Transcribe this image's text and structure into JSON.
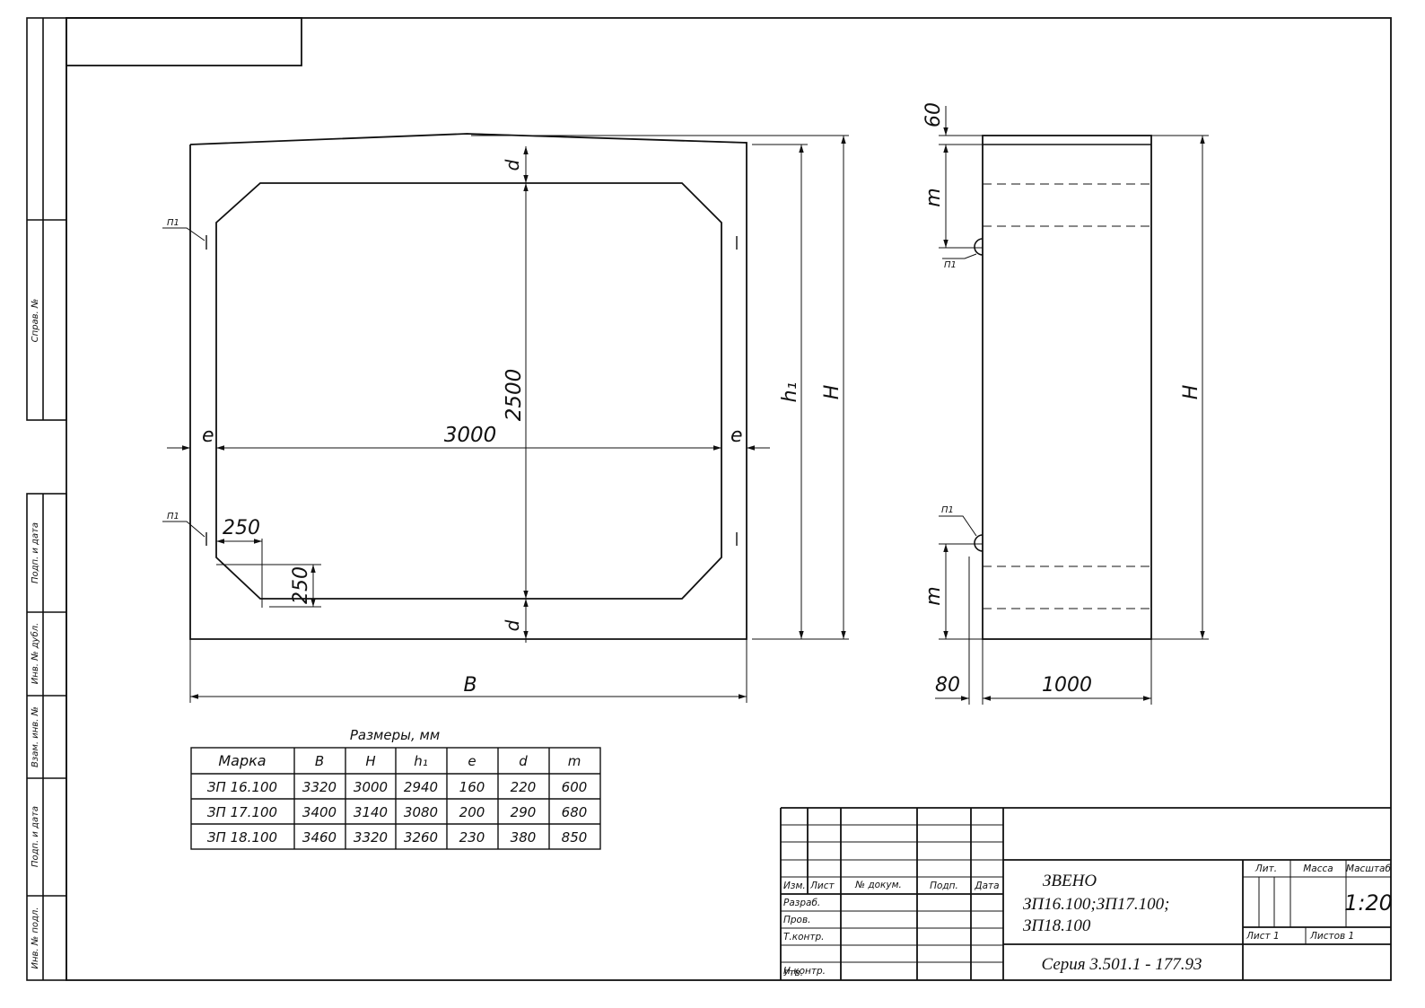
{
  "side_labels": {
    "sprav_no": "Справ. №",
    "podp_data_1": "Подп. и дата",
    "inv_dubl": "Инв. № дубл.",
    "vzam_inv": "Взам. инв. №",
    "podp_data_2": "Подп. и дата",
    "inv_podl": "Инв. № подл."
  },
  "front_view": {
    "dim_3000": "3000",
    "dim_2500": "2500",
    "dim_250_h": "250",
    "dim_250_v": "250",
    "label_e": "e",
    "label_d": "d",
    "label_B": "B",
    "label_h1": "h₁",
    "label_H": "H",
    "callout_p1": "П1"
  },
  "side_view": {
    "dim_60": "60",
    "dim_80": "80",
    "dim_1000": "1000",
    "label_m": "m",
    "label_H": "H",
    "callout_p1": "П1"
  },
  "dims_table": {
    "caption": "Размеры, мм",
    "headers": [
      "Марка",
      "B",
      "H",
      "h₁",
      "e",
      "d",
      "m"
    ],
    "rows": [
      [
        "ЗП 16.100",
        "3320",
        "3000",
        "2940",
        "160",
        "220",
        "600"
      ],
      [
        "ЗП 17.100",
        "3400",
        "3140",
        "3080",
        "200",
        "290",
        "680"
      ],
      [
        "ЗП 18.100",
        "3460",
        "3320",
        "3260",
        "230",
        "380",
        "850"
      ]
    ]
  },
  "title_block": {
    "col_izm": "Изм.",
    "col_list": "Лист",
    "col_doc": "№ докум.",
    "col_podp": "Подп.",
    "col_data": "Дата",
    "row_razrab": "Разраб.",
    "row_prov": "Пров.",
    "row_tkontr": "Т.контр.",
    "row_nkontr": "Н.контр.",
    "row_utv": "Утв.",
    "title_line1": "ЗВЕНО",
    "title_line2": "ЗП16.100;ЗП17.100;",
    "title_line3": "ЗП18.100",
    "series": "Серия 3.501.1 - 177.93",
    "lit": "Лит.",
    "massa": "Масса",
    "masshtab": "Масштаб",
    "scale": "1:20",
    "sheet": "Лист  1",
    "sheets": "Листов  1"
  }
}
